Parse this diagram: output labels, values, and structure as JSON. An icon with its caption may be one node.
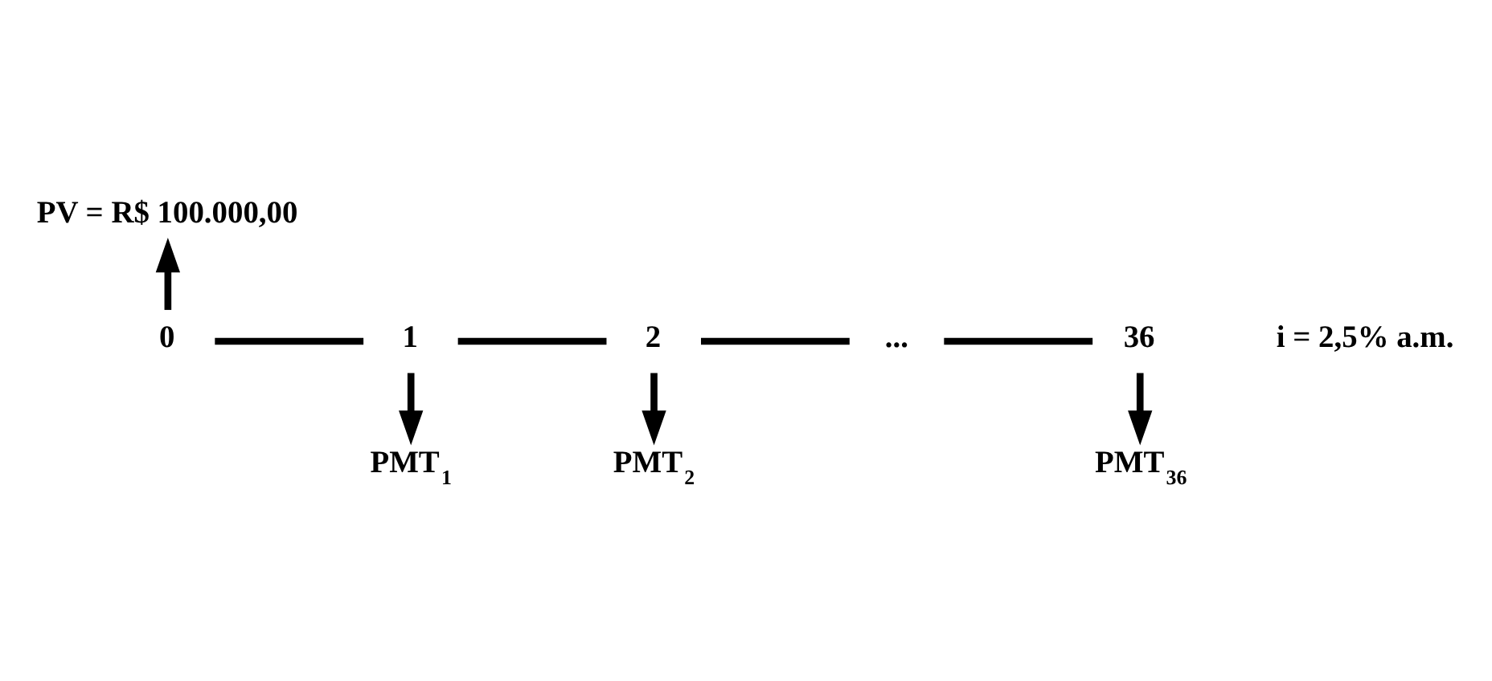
{
  "diagram": {
    "nodes": [
      {
        "text": [
          "PV = R$ 100.000,00"
        ]
      },
      {
        "text": [
          "0"
        ]
      },
      {
        "text": [
          "1"
        ]
      },
      {
        "text": [
          "2"
        ]
      },
      {
        "text": [
          "..."
        ]
      },
      {
        "text": [
          "36"
        ]
      },
      {
        "text": [
          "PMT$_{1}$"
        ]
      },
      {
        "text": [
          "PMT$_{2}$"
        ]
      },
      {
        "text": [
          "PMT$_{36}$"
        ]
      }
    ],
    "edges": [
      {
        "from": 1,
        "to": 0,
        "arrow": "to"
      },
      {
        "from": 1,
        "to": 2,
        "arrow": "none"
      },
      {
        "from": 2,
        "to": 3,
        "arrow": "none"
      },
      {
        "from": 3,
        "to": 4,
        "arrow": "none"
      },
      {
        "from": 4,
        "to": 5,
        "arrow": "none"
      },
      {
        "from": 2,
        "to": 6,
        "arrow": "to"
      },
      {
        "from": 3,
        "to": 7,
        "arrow": "to"
      },
      {
        "from": 5,
        "to": 8,
        "arrow": "to"
      }
    ],
    "labels": [
      "i = 2,5% a.m."
    ]
  }
}
